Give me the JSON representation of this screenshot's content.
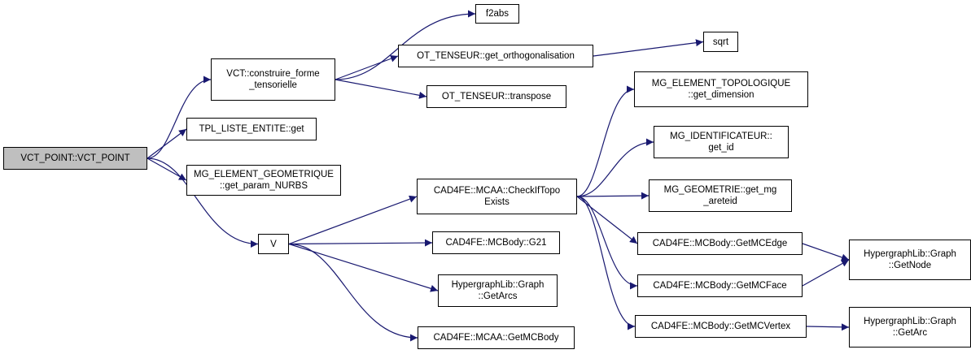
{
  "diagram": {
    "type": "call-graph",
    "edge_color": "#191970",
    "root_fill": "#bfbfbf",
    "node_fill": "#ffffff",
    "nodes": [
      {
        "id": "vct_point",
        "lines": [
          "VCT_POINT::VCT_POINT"
        ],
        "root": true
      },
      {
        "id": "construire",
        "lines": [
          "VCT::construire_forme",
          "_tensorielle"
        ]
      },
      {
        "id": "tpl_get",
        "lines": [
          "TPL_LISTE_ENTITE::get"
        ]
      },
      {
        "id": "get_param_nurbs",
        "lines": [
          "MG_ELEMENT_GEOMETRIQUE",
          "::get_param_NURBS"
        ]
      },
      {
        "id": "v",
        "lines": [
          "V"
        ]
      },
      {
        "id": "f2abs",
        "lines": [
          "f2abs"
        ]
      },
      {
        "id": "get_ortho",
        "lines": [
          "OT_TENSEUR::get_orthogonalisation"
        ]
      },
      {
        "id": "transpose",
        "lines": [
          "OT_TENSEUR::transpose"
        ]
      },
      {
        "id": "sqrt",
        "lines": [
          "sqrt"
        ]
      },
      {
        "id": "checkiftopo",
        "lines": [
          "CAD4FE::MCAA::CheckIfTopo",
          "Exists"
        ]
      },
      {
        "id": "g21",
        "lines": [
          "CAD4FE::MCBody::G21"
        ]
      },
      {
        "id": "getarcs",
        "lines": [
          "HypergraphLib::Graph",
          "::GetArcs"
        ]
      },
      {
        "id": "getmcbody",
        "lines": [
          "CAD4FE::MCAA::GetMCBody"
        ]
      },
      {
        "id": "get_dimension",
        "lines": [
          "MG_ELEMENT_TOPOLOGIQUE",
          "::get_dimension"
        ]
      },
      {
        "id": "get_id",
        "lines": [
          "MG_IDENTIFICATEUR::",
          "get_id"
        ]
      },
      {
        "id": "get_mg_areteid",
        "lines": [
          "MG_GEOMETRIE::get_mg",
          "_areteid"
        ]
      },
      {
        "id": "getmcedge",
        "lines": [
          "CAD4FE::MCBody::GetMCEdge"
        ]
      },
      {
        "id": "getmcface",
        "lines": [
          "CAD4FE::MCBody::GetMCFace"
        ]
      },
      {
        "id": "getmcvertex",
        "lines": [
          "CAD4FE::MCBody::GetMCVertex"
        ]
      },
      {
        "id": "getnode",
        "lines": [
          "HypergraphLib::Graph",
          "::GetNode"
        ]
      },
      {
        "id": "getarc",
        "lines": [
          "HypergraphLib::Graph",
          "::GetArc"
        ]
      }
    ],
    "edges": [
      [
        "vct_point",
        "construire"
      ],
      [
        "vct_point",
        "tpl_get"
      ],
      [
        "vct_point",
        "get_param_nurbs"
      ],
      [
        "vct_point",
        "v"
      ],
      [
        "construire",
        "f2abs"
      ],
      [
        "construire",
        "get_ortho"
      ],
      [
        "construire",
        "transpose"
      ],
      [
        "get_ortho",
        "sqrt"
      ],
      [
        "v",
        "checkiftopo"
      ],
      [
        "v",
        "g21"
      ],
      [
        "v",
        "getarcs"
      ],
      [
        "v",
        "getmcbody"
      ],
      [
        "checkiftopo",
        "get_dimension"
      ],
      [
        "checkiftopo",
        "get_id"
      ],
      [
        "checkiftopo",
        "get_mg_areteid"
      ],
      [
        "checkiftopo",
        "getmcedge"
      ],
      [
        "checkiftopo",
        "getmcface"
      ],
      [
        "checkiftopo",
        "getmcvertex"
      ],
      [
        "getmcedge",
        "getnode"
      ],
      [
        "getmcface",
        "getnode"
      ],
      [
        "getmcvertex",
        "getarc"
      ]
    ]
  }
}
